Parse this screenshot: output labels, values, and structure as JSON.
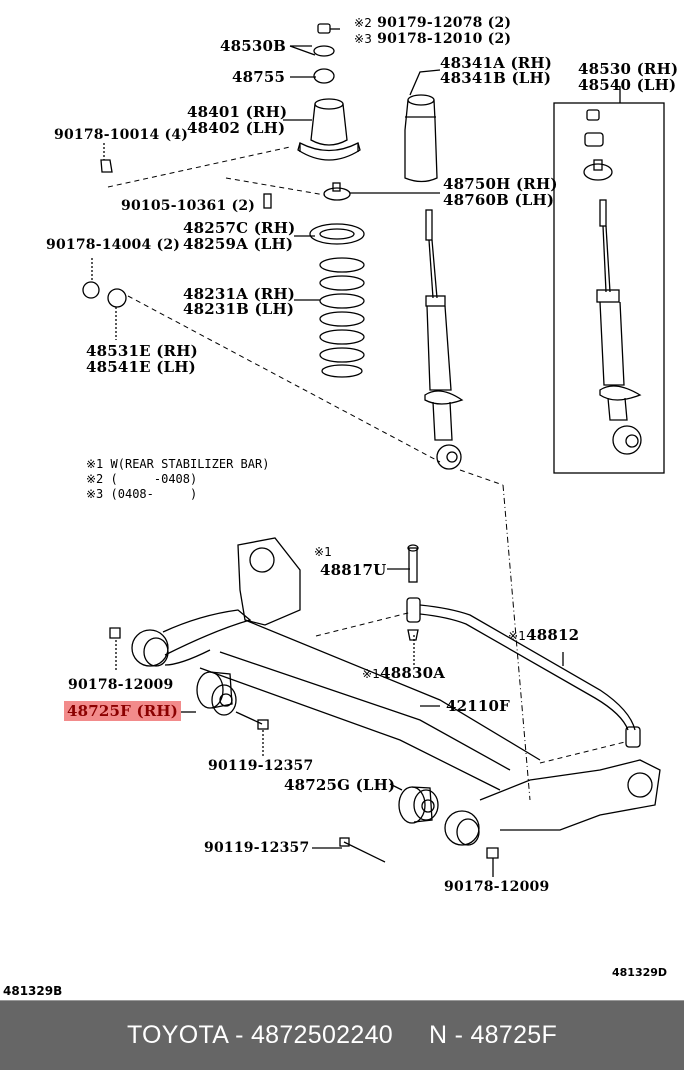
{
  "diagram": {
    "title_codes": {
      "left": "481329B",
      "right": "481329D"
    },
    "notes": [
      {
        "mark": "※1",
        "text": "W(REAR STABILIZER BAR)"
      },
      {
        "mark": "※2",
        "text": "(     -0408)"
      },
      {
        "mark": "※3",
        "text": "(0408-     )"
      }
    ],
    "labels": {
      "p48530B": "48530B",
      "p48755": "48755",
      "p90179_12078": {
        "mark": "※2",
        "text": "90179-12078 (2)"
      },
      "p90178_12010": {
        "mark": "※3",
        "text": "90178-12010 (2)"
      },
      "p48341A": "48341A (RH)",
      "p48341B": "48341B (LH)",
      "p48530": "48530 (RH)",
      "p48540": "48540 (LH)",
      "p48401": "48401 (RH)",
      "p48402": "48402 (LH)",
      "p90178_10014": "90178-10014 (4)",
      "p48750H": "48750H (RH)",
      "p48760B": "48760B (LH)",
      "p90105_10361": "90105-10361 (2)",
      "p48257C": "48257C (RH)",
      "p48259A": "48259A (LH)",
      "p90178_14004": "90178-14004 (2)",
      "p48231A": "48231A (RH)",
      "p48231B": "48231B (LH)",
      "p48531E": "48531E (RH)",
      "p48541E": "48541E (LH)",
      "p48817U": {
        "mark": "※1",
        "text": "48817U"
      },
      "p48812": {
        "mark": "※1",
        "text": "48812"
      },
      "p48830A": {
        "mark": "※1",
        "text": "48830A"
      },
      "p42110F": "42110F",
      "p90178_12009_a": "90178-12009",
      "p48725F": "48725F (RH)",
      "p90119_12357_a": "90119-12357",
      "p48725G": "48725G (LH)",
      "p90119_12357_b": "90119-12357",
      "p90178_12009_b": "90178-12009"
    },
    "highlight_color": "#f28b8b",
    "highlight_text_color": "#8b0000"
  },
  "footer": {
    "brand": "TOYOTA - 4872502240",
    "part": "N - 48725F",
    "background": "#666666"
  }
}
